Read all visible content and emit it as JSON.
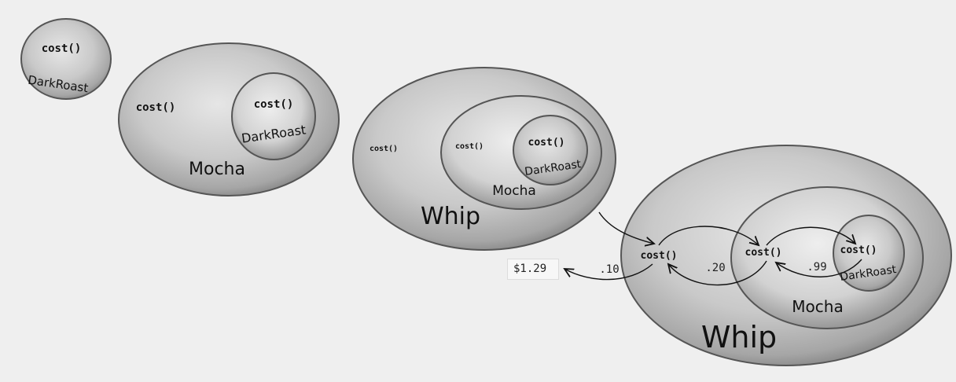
{
  "diagram": {
    "stage1": {
      "method": "cost()",
      "inner": "DarkRoast"
    },
    "stage2": {
      "outer_method": "cost()",
      "outer": "Mocha",
      "inner_method": "cost()",
      "inner": "DarkRoast"
    },
    "stage3": {
      "whip_method": "cost()",
      "whip": "Whip",
      "mocha_method": "cost()",
      "mocha": "Mocha",
      "roast_method": "cost()",
      "roast": "DarkRoast"
    },
    "stage4": {
      "whip_method": "cost()",
      "whip": "Whip",
      "mocha_method": "cost()",
      "mocha": "Mocha",
      "roast_method": "cost()",
      "roast": "DarkRoast"
    },
    "values": {
      "total": "$1.29",
      "whip_cost": ".10",
      "mocha_cost": ".20",
      "roast_cost": ".99"
    }
  }
}
